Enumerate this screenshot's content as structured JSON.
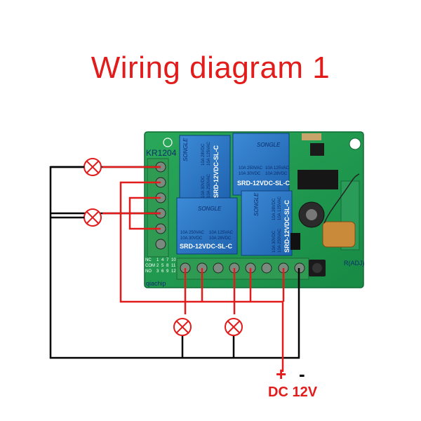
{
  "title": "Wiring diagram 1",
  "board": {
    "model_label": "KR1204",
    "brand_label": "qiachip",
    "adj_label": "R(ADJ)",
    "pin_labels": [
      "NC",
      "COM",
      "NO"
    ],
    "pin_numbers": [
      "1",
      "2",
      "3",
      "4",
      "5",
      "6",
      "7",
      "8",
      "9",
      "10",
      "11",
      "12"
    ]
  },
  "relays": [
    {
      "brand": "SONGLE",
      "model": "SRD-12VDC-SL-C",
      "spec1": "10A 250VAC",
      "spec2": "10A 125VAC",
      "spec3": "10A 30VDC",
      "spec4": "10A 28VDC"
    },
    {
      "brand": "SONGLE",
      "model": "SRD-12VDC-SL-C",
      "spec1": "10A 250VAC",
      "spec2": "10A 125VAC",
      "spec3": "10A 30VDC",
      "spec4": "10A 28VDC"
    },
    {
      "brand": "SONGLE",
      "model": "SRD-12VDC-SL-C",
      "spec1": "10A 250VAC",
      "spec2": "10A 125VAC",
      "spec3": "10A 30VDC",
      "spec4": "10A 28VDC"
    },
    {
      "brand": "SONGLE",
      "model": "SRD-12VDC-SL-C",
      "spec1": "10A 250VAC",
      "spec2": "10A 125VAC",
      "spec3": "10A 30VDC",
      "spec4": "10A 28VDC"
    }
  ],
  "power": {
    "plus": "+",
    "minus": "-",
    "label": "DC 12V"
  },
  "colors": {
    "title": "#e21b1b",
    "wire_red": "#e21b1b",
    "wire_black": "#000000",
    "pcb_green": "#1f9a4f",
    "relay_blue": "#2d78c8",
    "terminal_green": "#2e9a52"
  },
  "icons": {
    "load": "lamp-x-circle-icon"
  }
}
